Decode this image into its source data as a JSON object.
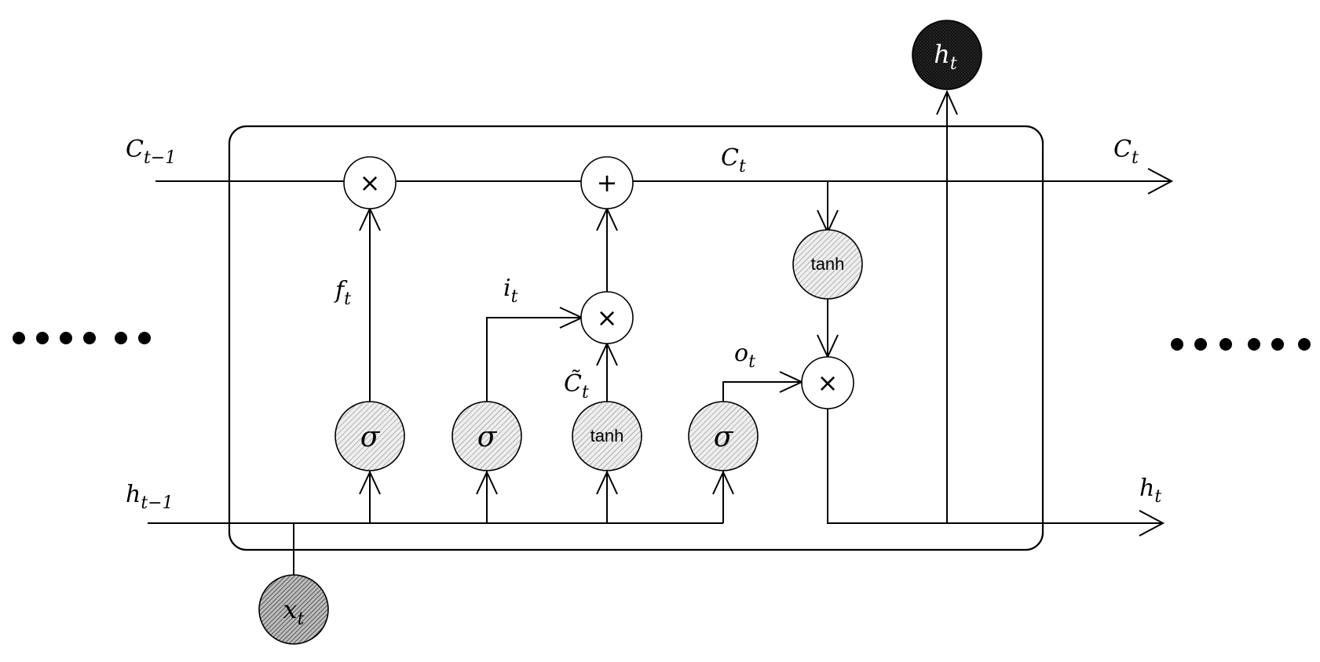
{
  "diagram": {
    "labels": {
      "c_prev": {
        "base": "C",
        "sub": "t−1"
      },
      "c_mid": {
        "base": "C",
        "sub": "t"
      },
      "c_out": {
        "base": "C",
        "sub": "t"
      },
      "h_prev": {
        "base": "h",
        "sub": "t−1"
      },
      "h_out_right": {
        "base": "h",
        "sub": "t"
      },
      "h_top": {
        "base": "h",
        "sub": "t"
      },
      "f_t": {
        "base": "f",
        "sub": "t"
      },
      "i_t": {
        "base": "i",
        "sub": "t"
      },
      "c_tilde": {
        "base": "C̃",
        "sub": "t"
      },
      "o_t": {
        "base": "o",
        "sub": "t"
      },
      "x_t": {
        "base": "x",
        "sub": "t"
      }
    },
    "ops": {
      "multiply": "×",
      "add": "+"
    },
    "activations": {
      "sigma": "σ",
      "tanh": "tanh"
    }
  }
}
